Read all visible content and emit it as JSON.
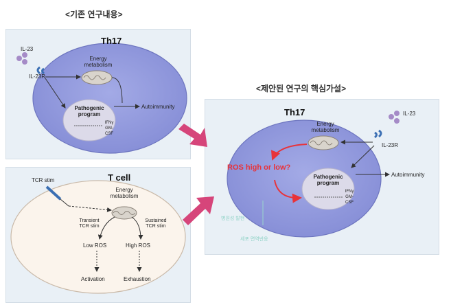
{
  "titles": {
    "existing": "<기존 연구내용>",
    "proposed": "<제안된 연구의 핵심가설>"
  },
  "th17_panel": {
    "cell_name": "Th17",
    "ligand": "IL-23",
    "receptor": "IL-23R",
    "energy": "Energy metabolism",
    "pathogenic": "Pathogenic program",
    "cytokines": "IFNγ GM-CSF",
    "outcome": "Autoimmunity"
  },
  "tcell_panel": {
    "cell_name": "T cell",
    "stimulus": "TCR stim",
    "energy": "Energy metabolism",
    "transient": "Transient TCR stim",
    "sustained": "Sustained TCR stim",
    "low_ros": "Low ROS",
    "high_ros": "High ROS",
    "activation": "Activation",
    "exhaustion": "Exhaustion"
  },
  "hypothesis_panel": {
    "cell_name": "Th17",
    "ligand": "IL-23",
    "receptor": "IL-23R",
    "energy": "Energy metabolism",
    "ros_question": "ROS high or low?",
    "pathogenic": "Pathogenic program",
    "cytokines": "IFNγ GM-CSF",
    "outcome": "Autoimmunity",
    "faint_label_1": "병원성 발현",
    "faint_label_2": "세포 면역반응"
  },
  "colors": {
    "panel_bg": "#e9f0f6",
    "th17_cell": "#8f97dc",
    "tcell_fill": "#fbf4ec",
    "ros_red": "#e8333a",
    "big_arrow": "#d6457a"
  }
}
